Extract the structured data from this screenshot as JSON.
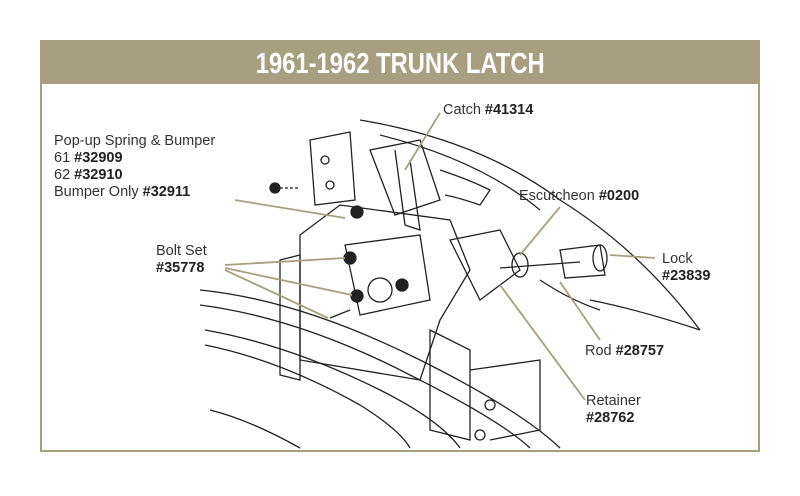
{
  "title": "1961-1962 TRUNK LATCH",
  "colors": {
    "accent": "#a89f80",
    "text": "#333333"
  },
  "callouts": {
    "catch": {
      "name": "Catch",
      "part": "#41314"
    },
    "popup": {
      "name": "Pop-up Spring & Bumper",
      "l61": "61",
      "p61": "#32909",
      "l62": "62",
      "p62": "#32910",
      "bumper": "Bumper Only",
      "pbumper": "#32911"
    },
    "bolt": {
      "name": "Bolt Set",
      "part": "#35778"
    },
    "escutcheon": {
      "name": "Escutcheon",
      "part": "#0200"
    },
    "lock": {
      "name": "Lock",
      "part": "#23839"
    },
    "rod": {
      "name": "Rod",
      "part": "#28757"
    },
    "retainer": {
      "name": "Retainer",
      "part": "#28762"
    }
  }
}
